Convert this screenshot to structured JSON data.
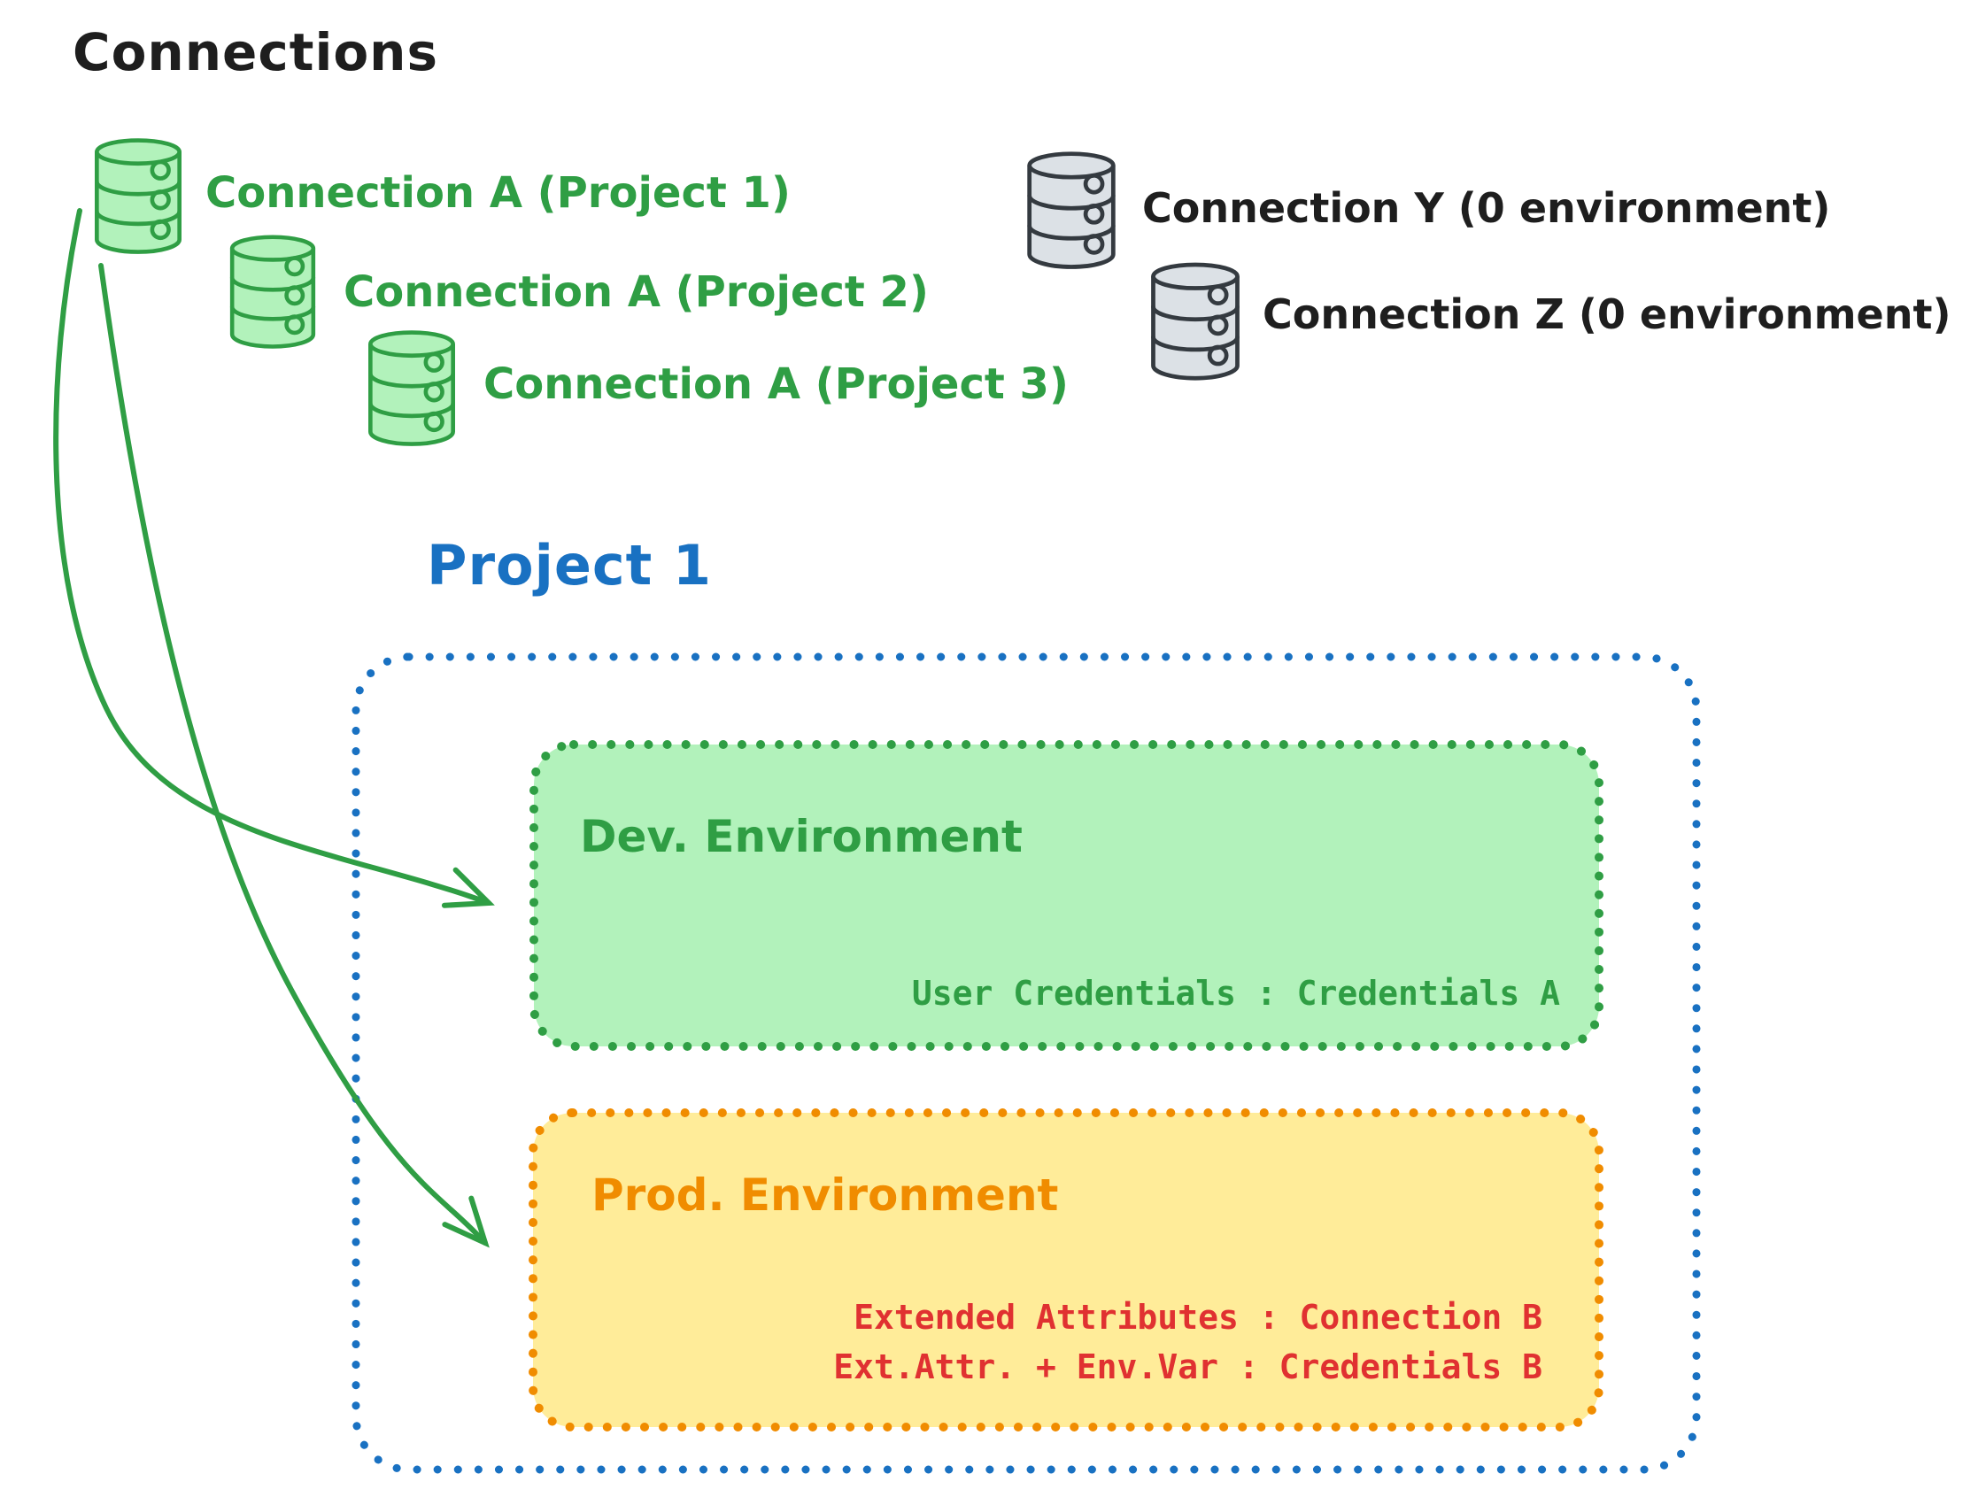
{
  "title": "Connections",
  "palette": {
    "green": "#2f9e44",
    "green_fill": "#b2f2bb",
    "blue": "#1971c2",
    "orange": "#f08c00",
    "yellow_fill": "#ffec99",
    "red": "#e03131",
    "ink": "#1e1e1e",
    "gray_fill": "#dce1e6",
    "gray_ink": "#343a40"
  },
  "connections": {
    "heading": "Connections",
    "assigned": [
      {
        "label": "Connection A (Project 1)"
      },
      {
        "label": "Connection A (Project 2)"
      },
      {
        "label": "Connection A (Project 3)"
      }
    ],
    "unassigned": [
      {
        "label": "Connection Y (0 environment)"
      },
      {
        "label": "Connection Z (0 environment)"
      }
    ]
  },
  "project": {
    "title": "Project 1",
    "dev_environment": {
      "title": "Dev. Environment",
      "credentials_line": "User Credentials : Credentials A"
    },
    "prod_environment": {
      "title": "Prod. Environment",
      "lines": [
        "Extended Attributes : Connection B",
        "Ext.Attr. + Env.Var : Credentials B"
      ]
    }
  }
}
